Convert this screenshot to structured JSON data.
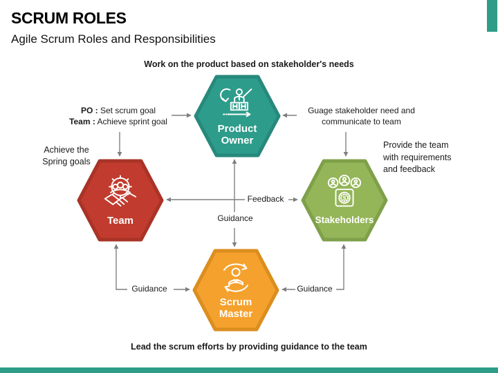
{
  "slide": {
    "title": "SCRUM ROLES",
    "subtitle": "Agile Scrum Roles and Responsibilities",
    "top_caption": "Work on the product based on stakeholder's needs",
    "bottom_caption": "Lead the scrum efforts by providing guidance to the team"
  },
  "roles": {
    "product_owner": {
      "line1": "Product",
      "line2": "Owner",
      "color": "#2E9C8B",
      "border": "#27897B",
      "icon": "product-owner-icon"
    },
    "team": {
      "label": "Team",
      "color": "#C13B2E",
      "border": "#A93327",
      "icon": "team-handshake-icon"
    },
    "stakeholders": {
      "label": "Stakeholders",
      "color": "#94B558",
      "border": "#7FA04A",
      "icon": "stakeholders-icon"
    },
    "scrum_master": {
      "line1": "Scrum",
      "line2": "Master",
      "color": "#F5A12D",
      "border": "#DB8E1F",
      "icon": "scrum-master-cycle-icon"
    }
  },
  "annotations": {
    "po_goal": {
      "bold1": "PO :",
      "text1": "Set scrum goal",
      "bold2": "Team :",
      "text2": "Achieve sprint goal"
    },
    "achieve_goals": {
      "line1": "Achieve the",
      "line2": "Spring goals"
    },
    "gauge_need": {
      "line1": "Guage stakeholder need and",
      "line2": "communicate to team"
    },
    "provide_team": {
      "line1": "Provide the team",
      "line2": "with requirements",
      "line3": "and feedback"
    }
  },
  "connectors": {
    "feedback_label": "Feedback",
    "guidance_center_label": "Guidance",
    "guidance_left_label": "Guidance",
    "guidance_right_label": "Guidance",
    "arrow_color": "#7F7F7F"
  },
  "theme": {
    "accent_bar_color": "#2E9C87",
    "background": "#FFFFFF",
    "text_color": "#1A1A1A"
  }
}
